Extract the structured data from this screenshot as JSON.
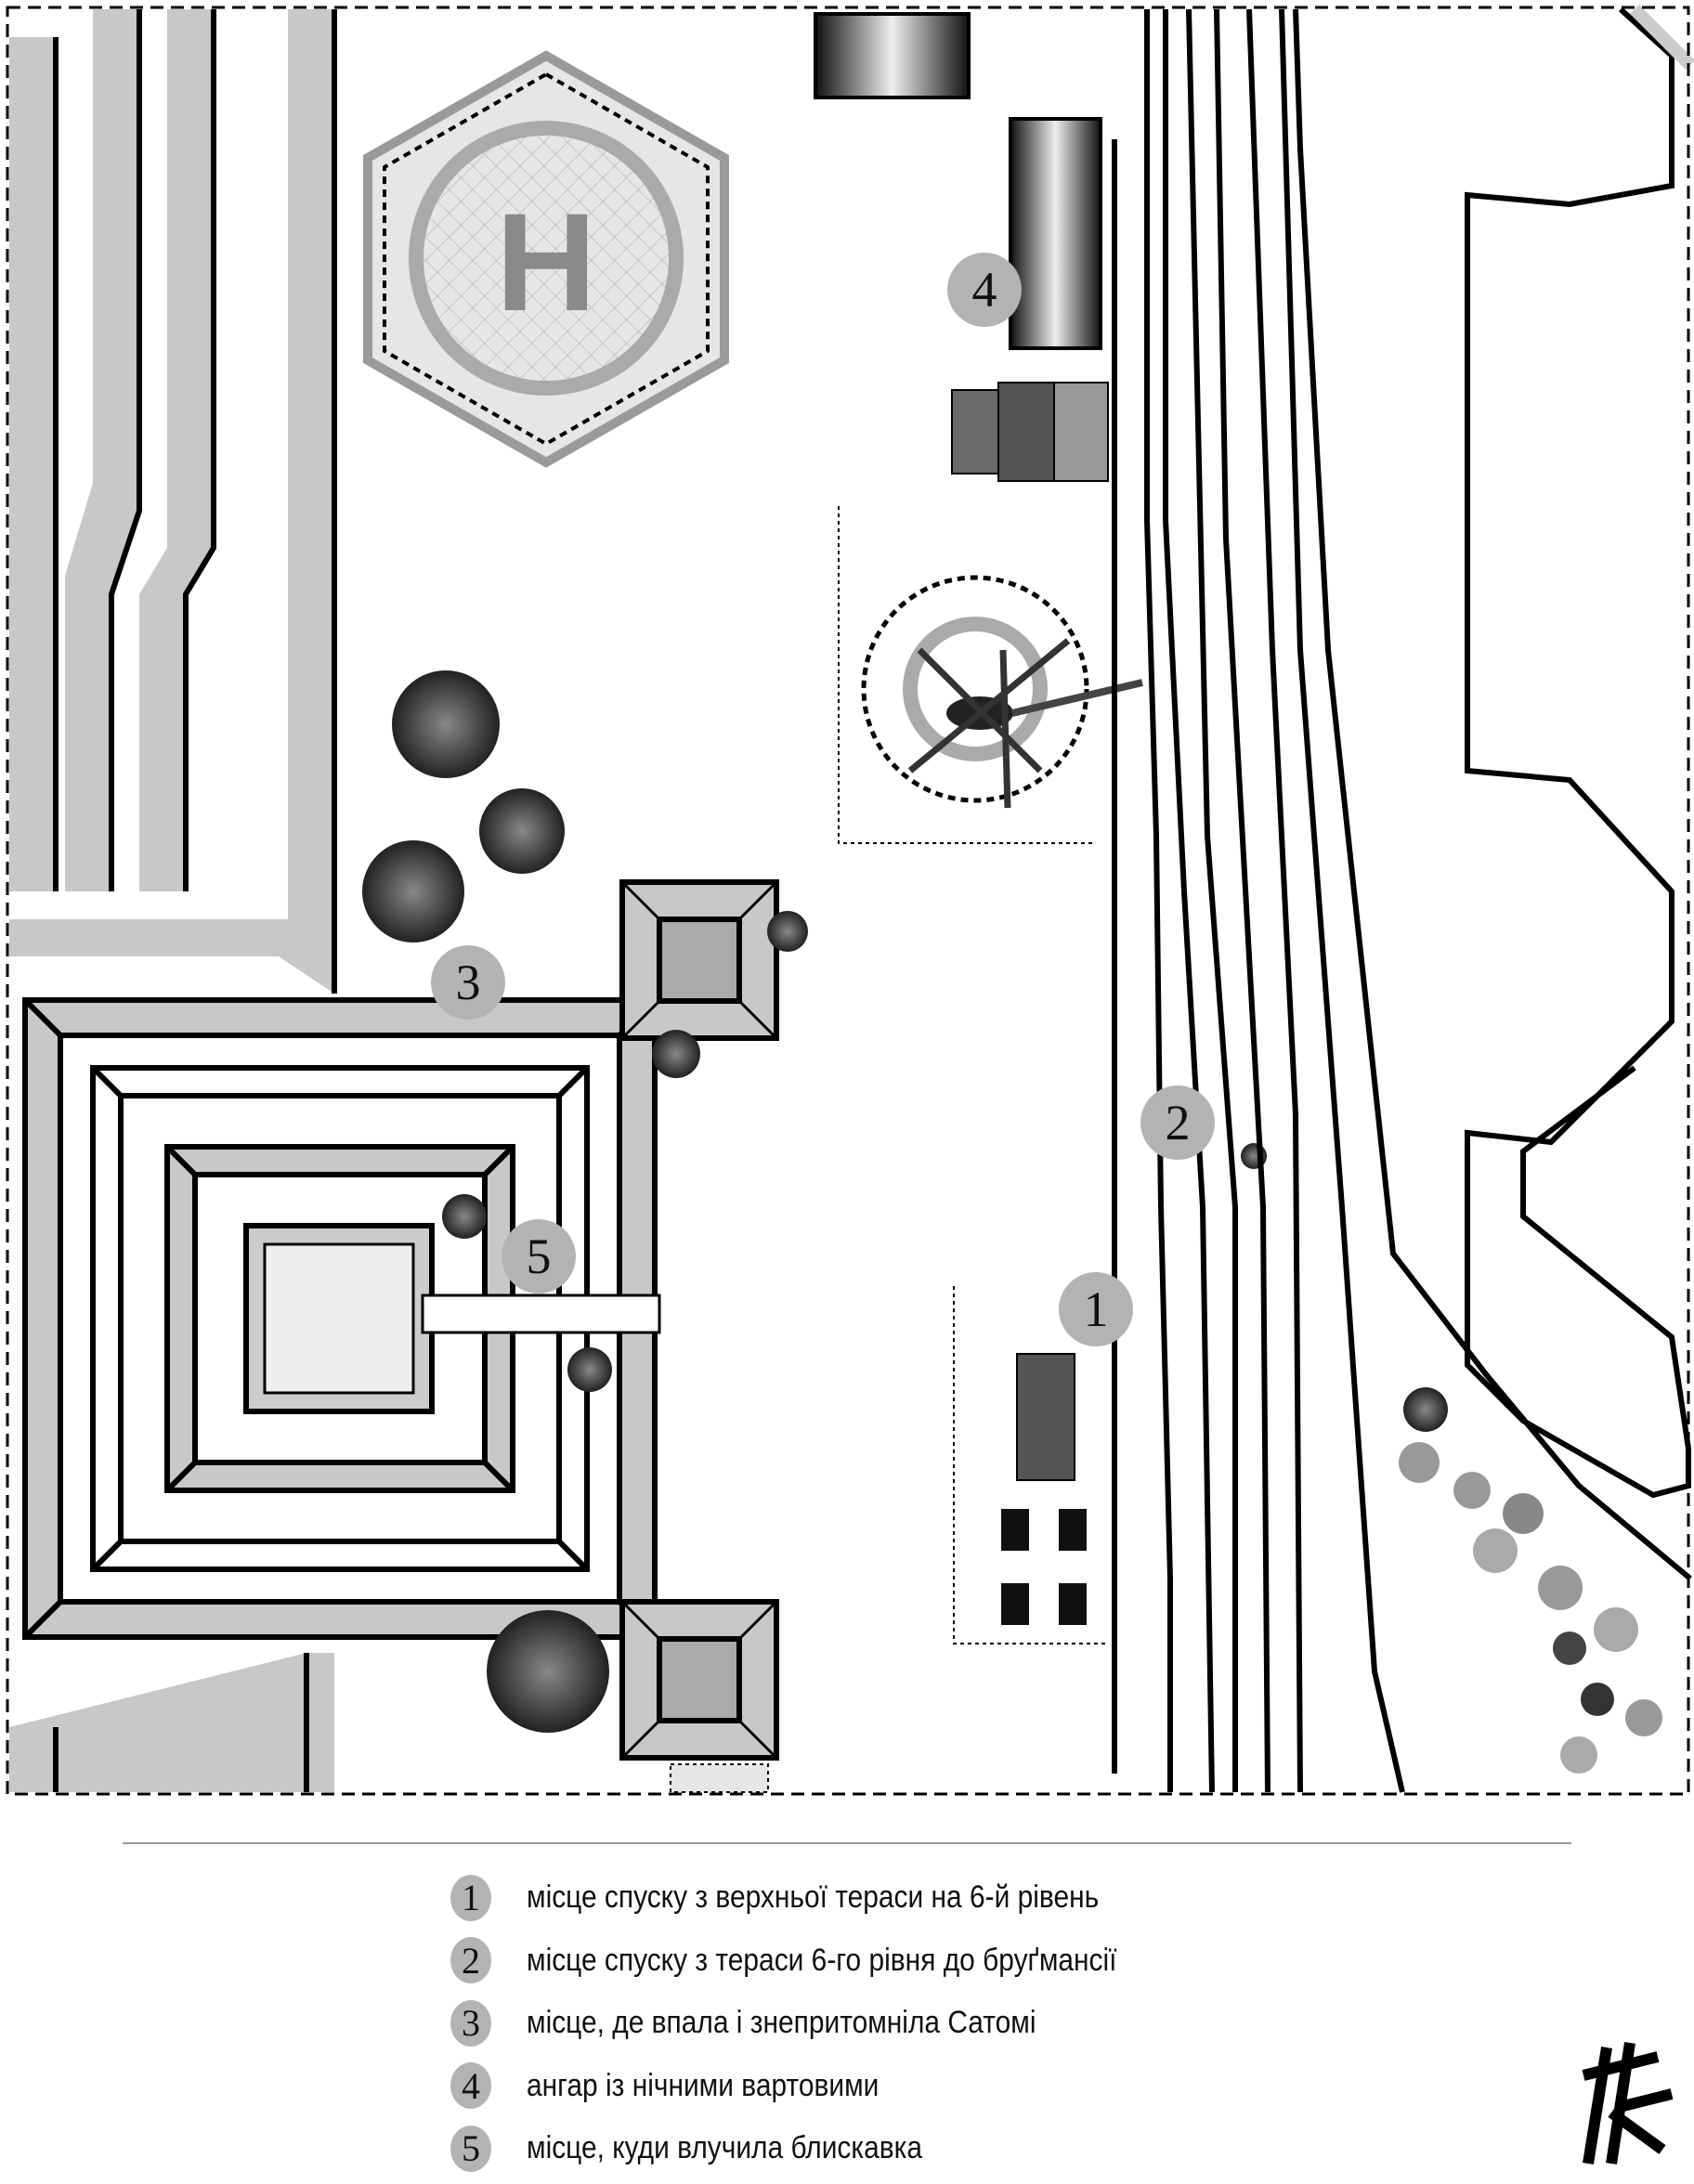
{
  "map": {
    "markers": [
      {
        "id": "1"
      },
      {
        "id": "2"
      },
      {
        "id": "3"
      },
      {
        "id": "4"
      },
      {
        "id": "5"
      }
    ],
    "helipad_letter": "H",
    "colors": {
      "marker_fill": "#b3b3b3",
      "terrace_fill": "#c8c8c8",
      "line": "#000000"
    }
  },
  "legend": {
    "items": [
      {
        "number": "1",
        "text": "місце спуску з верхньої тераси на 6-й рівень"
      },
      {
        "number": "2",
        "text": "місце спуску з тераси 6-го рівня до бруґмансії"
      },
      {
        "number": "3",
        "text": "місце, де впала і знепритомніла Сатомі"
      },
      {
        "number": "4",
        "text": "ангар із нічними вартовими"
      },
      {
        "number": "5",
        "text": "місце, куди влучила блискавка"
      }
    ]
  }
}
